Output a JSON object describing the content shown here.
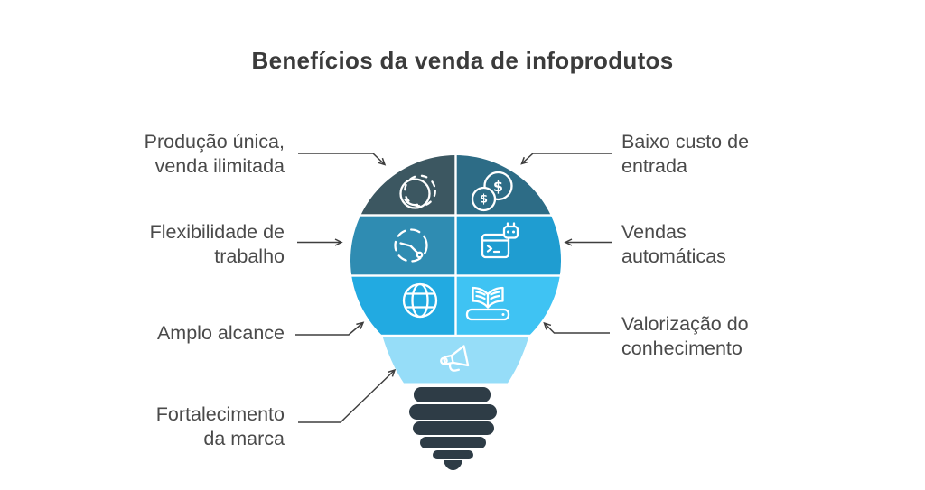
{
  "title": "Benefícios da venda de infoprodutos",
  "colors": {
    "background": "#FFFFFF",
    "title_text": "#3B3B3B",
    "label_text": "#4A4A4A",
    "arrow": "#3F3F3F",
    "icon_stroke": "#FFFFFF",
    "segment_top_left": "#3C5761",
    "segment_top_right": "#2D6C86",
    "segment_mid_left": "#2F8CB2",
    "segment_mid_right": "#1F9DD1",
    "segment_bottom_left": "#22AAE1",
    "segment_bottom_right": "#3FC3F3",
    "bulb_neck": "#96DDF8",
    "bulb_base": "#2E3C46"
  },
  "benefits_left": [
    {
      "line1": "Produção única,",
      "line2": "venda ilimitada",
      "icon": "coin-icon",
      "segment": "top-left"
    },
    {
      "line1": "Flexibilidade de",
      "line2": "trabalho",
      "icon": "clock-icon",
      "segment": "mid-left"
    },
    {
      "line1": "Amplo alcance",
      "line2": "",
      "icon": "globe-icon",
      "segment": "bottom-left"
    },
    {
      "line1": "Fortalecimento",
      "line2": "da marca",
      "icon": "megaphone-icon",
      "segment": "neck"
    }
  ],
  "benefits_right": [
    {
      "line1": "Baixo custo de",
      "line2": "entrada",
      "icon": "dollar-coins-icon",
      "segment": "top-right"
    },
    {
      "line1": "Vendas",
      "line2": "automáticas",
      "icon": "robot-terminal-icon",
      "segment": "mid-right"
    },
    {
      "line1": "Valorização do",
      "line2": "conhecimento",
      "icon": "ebook-icon",
      "segment": "bottom-right"
    }
  ]
}
